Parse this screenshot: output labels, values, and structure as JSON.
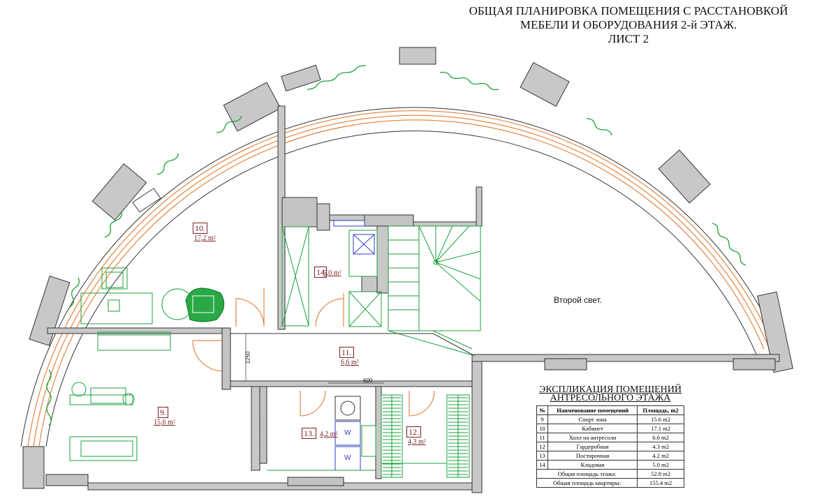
{
  "title": {
    "line1": "ОБЩАЯ ПЛАНИРОВКА ПОМЕЩЕНИЯ С РАССТАНОВКОЙ",
    "line2": "МЕБЕЛИ И ОБОРУДОВАНИЯ 2-й ЭТАЖ.",
    "line3": "ЛИСТ 2"
  },
  "rooms": [
    {
      "num": "10.",
      "area": "17,2 m²"
    },
    {
      "num": "14",
      "area": "5,0 m²"
    },
    {
      "num": "11.",
      "area": "6,6 m²"
    },
    {
      "num": "9.",
      "area": "15,6 m²"
    },
    {
      "num": "13.",
      "area": "4,2 m²"
    },
    {
      "num": "12.",
      "area": "4,3 m²"
    }
  ],
  "labels": {
    "second_light": "Второй свет.",
    "dim_1250": "1250",
    "dim_600": "600",
    "washer_mark": "W"
  },
  "explication": {
    "title_line1": "ЭКСПЛИКАЦИЯ ПОМЕЩЕНИЙ",
    "title_line2": "АНТРЕСОЛЬНОГО ЭТАЖА",
    "headers": [
      "№",
      "Наименование помещений",
      "Площадь, m2"
    ],
    "rows": [
      [
        "9",
        "Спорт зона",
        "15.6 m2"
      ],
      [
        "10",
        "Кабинет",
        "17.1 m2"
      ],
      [
        "11",
        "Холл на антресоли",
        "6.6 m2"
      ],
      [
        "12",
        "Гардеробная",
        "4.3 m2"
      ],
      [
        "13",
        "Постирочная",
        "4.2 m2"
      ],
      [
        "14",
        "Кладовая",
        "5.0 m2"
      ]
    ],
    "total_floor_label": "Общая площадь этажа:",
    "total_floor_value": "52.8 m2",
    "total_apt_label": "Общая площадь квартиры:",
    "total_apt_value": "155.4 m2"
  },
  "colors": {
    "wall_fill": "#c8c8c8",
    "wall_stroke": "#333333",
    "furniture": "#1aa13a",
    "window_line": "#e07020",
    "door": "#e07020",
    "room_label": "#7a1f1f",
    "appliance": "#2b3fcf"
  }
}
